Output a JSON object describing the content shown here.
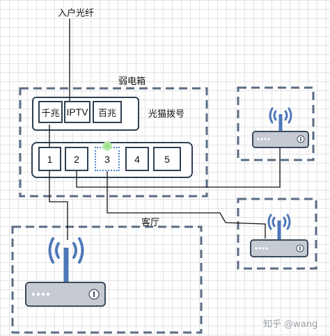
{
  "labels": {
    "fiber_in": "入户光纤",
    "weak_box": "弱电箱",
    "modem": "光猫拨号",
    "living_room": "客厅"
  },
  "modem_ports": [
    "千兆",
    "IPTV",
    "百兆"
  ],
  "lan_ports": [
    "1",
    "2",
    "3",
    "4",
    "5"
  ],
  "watermark": "知乎 @wang",
  "colors": {
    "border": "#5a6b82",
    "line": "#111111",
    "router_body": "#c6cbd3",
    "router_outline": "#3b4a5c",
    "antenna": "#4f78b8",
    "selected_glow": "#8fdc7a"
  }
}
